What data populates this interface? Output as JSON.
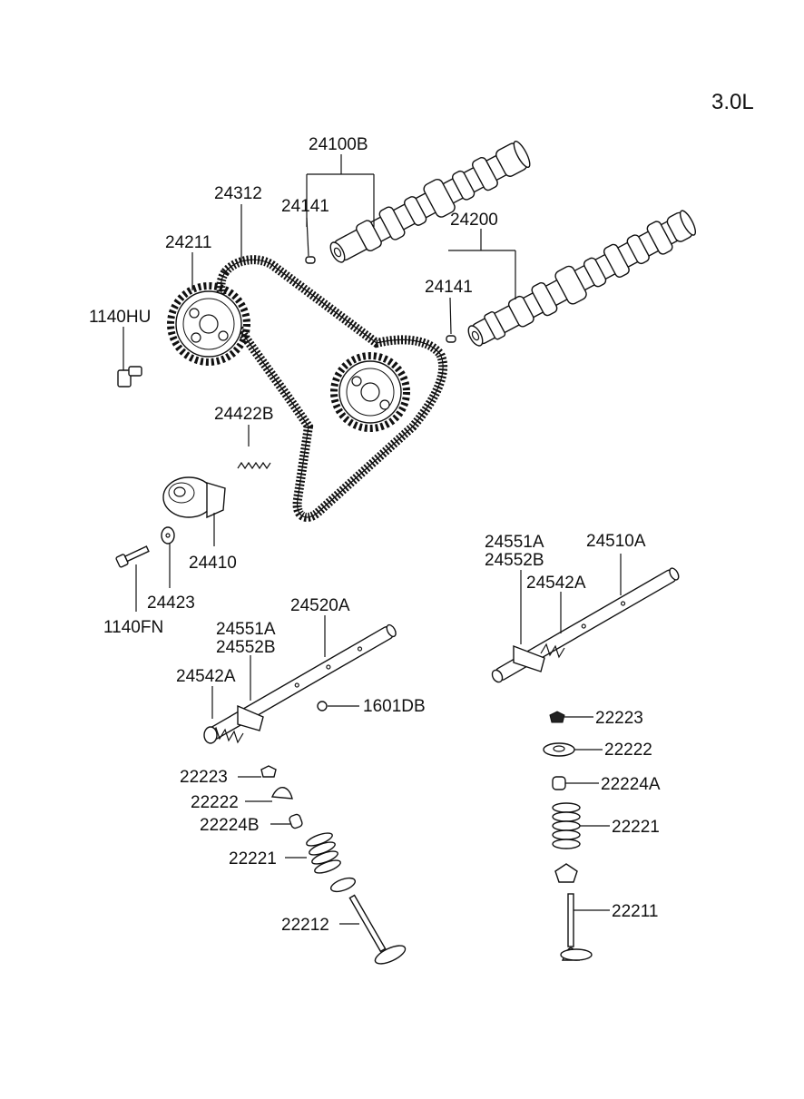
{
  "engine": "3.0L",
  "labels": {
    "p24100B": "24100B",
    "p24141_a": "24141",
    "p24312": "24312",
    "p24211": "24211",
    "p24200": "24200",
    "p24141_b": "24141",
    "p1140HU": "1140HU",
    "p24422B": "24422B",
    "p24410": "24410",
    "p24423": "24423",
    "p1140FN": "1140FN",
    "p24520A": "24520A",
    "p24551A_l": "24551A",
    "p24552B_l": "24552B",
    "p24542A_l": "24542A",
    "p1601DB": "1601DB",
    "p24551A_r": "24551A",
    "p24552B_r": "24552B",
    "p24510A": "24510A",
    "p24542A_r": "24542A",
    "p22223_r": "22223",
    "p22222_r": "22222",
    "p22224A": "22224A",
    "p22221_r": "22221",
    "p22211": "22211",
    "p22223_l": "22223",
    "p22222_l": "22222",
    "p22224B": "22224B",
    "p22221_l": "22221",
    "p22212": "22212"
  }
}
